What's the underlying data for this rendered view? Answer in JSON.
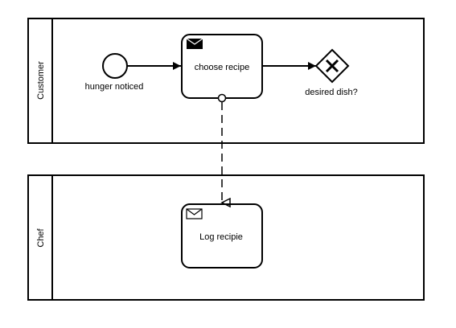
{
  "pools": [
    {
      "id": "customer",
      "label": "Customer"
    },
    {
      "id": "chef",
      "label": "Chef"
    }
  ],
  "nodes": {
    "start_event": {
      "type": "start-event",
      "label": "hunger noticed"
    },
    "choose_recipe": {
      "type": "send-task",
      "label": "choose recipe",
      "icon": "filled-envelope-icon"
    },
    "gateway": {
      "type": "exclusive-gateway",
      "label": "desired dish?",
      "icon": "x-icon"
    },
    "log_recipe": {
      "type": "receive-task",
      "label": "Log recipie",
      "icon": "outline-envelope-icon"
    }
  },
  "flows": [
    {
      "type": "sequence",
      "from": "start_event",
      "to": "choose_recipe"
    },
    {
      "type": "sequence",
      "from": "choose_recipe",
      "to": "gateway"
    },
    {
      "type": "message",
      "from": "choose_recipe",
      "to": "log_recipe"
    }
  ],
  "colors": {
    "stroke": "#000000",
    "background": "#ffffff"
  }
}
